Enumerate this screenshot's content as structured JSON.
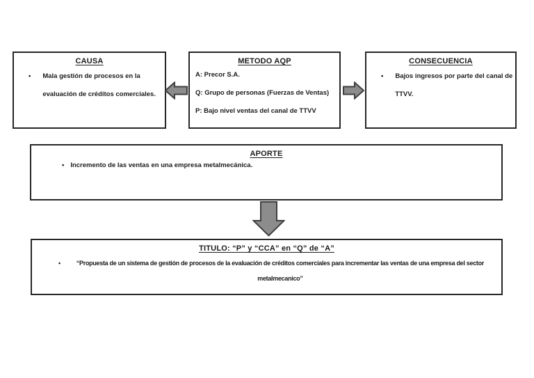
{
  "page": {
    "background": "#ffffff"
  },
  "colors": {
    "text": "#1a1a1a",
    "box_border": "#262626",
    "arrow_fill": "#8c8c8c",
    "arrow_stroke": "#3f3f3f"
  },
  "glyphs": {
    "bullet": "•"
  },
  "boxes": {
    "causa": {
      "title": "CAUSA",
      "bullets": [
        "Mala gestión de procesos en la evaluación de créditos comerciales."
      ]
    },
    "metodo": {
      "title": "METODO AQP",
      "lines": [
        "A: Precor S.A.",
        "Q: Grupo de personas (Fuerzas de Ventas)",
        "P: Bajo nivel ventas del canal de TTVV"
      ]
    },
    "consecuencia": {
      "title": "CONSECUENCIA",
      "bullets": [
        "Bajos ingresos por parte del canal de TTVV."
      ]
    },
    "aporte": {
      "title": "APORTE",
      "bullets": [
        "Incremento de las ventas en una empresa metalmecánica."
      ]
    },
    "titulo": {
      "title": "TITULO: “P” y “CCA” en “Q” de “A”",
      "bullets": [
        "“Propuesta de un sistema de gestión de procesos de la evaluación de créditos comerciales para incrementar las ventas de una empresa del sector metalmecanico”"
      ]
    }
  },
  "icons": {
    "arrow_left": "arrow pointing left from METODO AQP to CAUSA",
    "arrow_right": "arrow pointing right from METODO AQP to CONSECUENCIA",
    "arrow_down": "arrow pointing down from APORTE to TITULO"
  }
}
